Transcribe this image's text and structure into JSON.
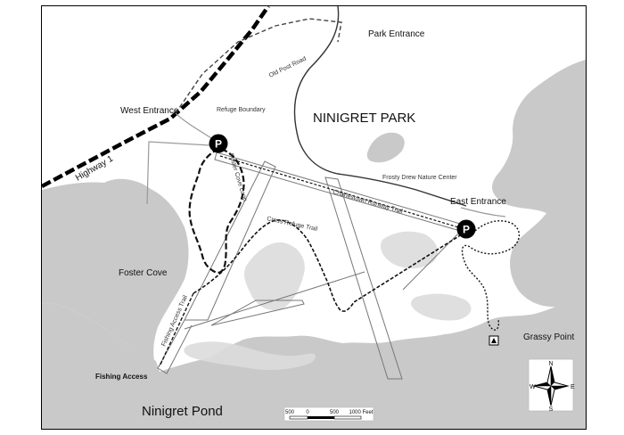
{
  "map": {
    "labels": {
      "park_entrance": "Park Entrance",
      "old_post_road": "Old Post Road",
      "west_entrance": "West Entrance",
      "refuge_boundary": "Refuge Boundary",
      "ninigret_park": "NINIGRET PARK",
      "highway_1": "Highway 1",
      "foster_cove_loop": "Foster Cove Loop",
      "frosty_drew": "Frosty Drew Nature Center",
      "charlestown_trail": "Charlestown Runway Trail",
      "east_entrance": "East Entrance",
      "cross_refuge_trail": "Cross Refuge Trail",
      "foster_cove": "Foster Cove",
      "fishing_access_trail": "Fishing Access Trail",
      "grassy_point": "Grassy Point",
      "fishing_access": "Fishing Access",
      "ninigret_pond": "Ninigret Pond"
    },
    "parking_letter": "P",
    "compass": {
      "n": "N",
      "s": "S",
      "e": "E",
      "w": "W"
    },
    "scale": {
      "ticks": [
        "500",
        "0",
        "500",
        "1000 Feet"
      ]
    },
    "colors": {
      "water": "#c9c9c9",
      "land": "#ffffff",
      "vegetation": "#dcdcdc",
      "road": "#000000",
      "parking": "#000000"
    }
  }
}
